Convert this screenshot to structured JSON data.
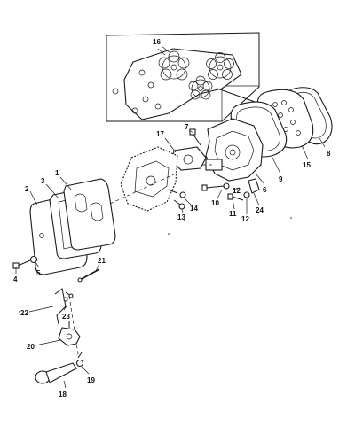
{
  "callouts": [
    {
      "id": "c1",
      "text": "1"
    },
    {
      "id": "c2",
      "text": "2"
    },
    {
      "id": "c3",
      "text": "3"
    },
    {
      "id": "c4",
      "text": "4"
    },
    {
      "id": "c5",
      "text": "5"
    },
    {
      "id": "c6",
      "text": "6"
    },
    {
      "id": "c7",
      "text": "7"
    },
    {
      "id": "c8",
      "text": "8"
    },
    {
      "id": "c9",
      "text": "9"
    },
    {
      "id": "c10",
      "text": "10"
    },
    {
      "id": "c11",
      "text": "11"
    },
    {
      "id": "c12a",
      "text": "12"
    },
    {
      "id": "c12b",
      "text": "12"
    },
    {
      "id": "c13",
      "text": "13"
    },
    {
      "id": "c14",
      "text": "14"
    },
    {
      "id": "c15",
      "text": "15"
    },
    {
      "id": "c16",
      "text": "16"
    },
    {
      "id": "c17",
      "text": "17"
    },
    {
      "id": "c18",
      "text": "18"
    },
    {
      "id": "c19",
      "text": "19"
    },
    {
      "id": "c20",
      "text": "20"
    },
    {
      "id": "c21",
      "text": "21"
    },
    {
      "id": "c22",
      "text": "22"
    },
    {
      "id": "c23",
      "text": "23"
    },
    {
      "id": "c24",
      "text": "24"
    }
  ]
}
